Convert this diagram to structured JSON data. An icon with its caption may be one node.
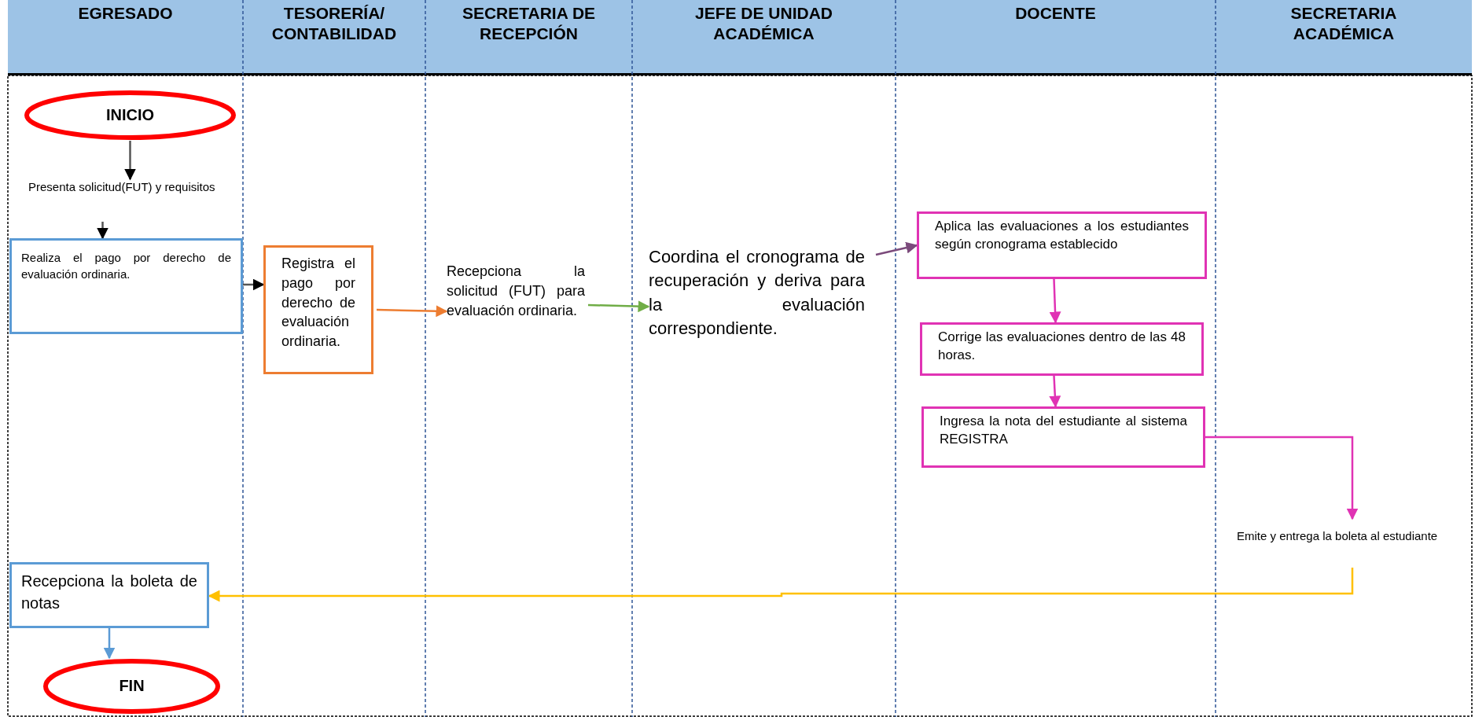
{
  "diagram": {
    "nodes": [
      {
        "text": [
          "INICIO"
        ]
      },
      {
        "text": [
          "Presenta solicitud(FUT) y requisitos"
        ]
      },
      {
        "text": [
          "Realiza el pago por derecho de evaluación ordinaria."
        ]
      },
      {
        "text": [
          "Registra el pago por derecho de evaluación ordinaria."
        ]
      },
      {
        "text": [
          "Recepciona la solicitud (FUT) para evaluación ordinaria."
        ]
      },
      {
        "text": [
          "Coordina el cronograma de recuperación y deriva para la evaluación correspondiente."
        ]
      },
      {
        "text": [
          "Aplica las evaluaciones a los estudiantes según cronograma establecido"
        ]
      },
      {
        "text": [
          "Corrige las evaluaciones dentro de las 48 horas."
        ]
      },
      {
        "text": [
          "Ingresa la nota del estudiante al sistema REGISTRA"
        ]
      },
      {
        "text": [
          "Emite y entrega la boleta al estudiante"
        ]
      },
      {
        "text": [
          "Recepciona la boleta de notas"
        ]
      },
      {
        "text": [
          "FIN"
        ]
      }
    ],
    "edges": [
      {
        "from": 0,
        "to": 1,
        "arrow": "to"
      },
      {
        "from": 1,
        "to": 2,
        "arrow": "to"
      },
      {
        "from": 2,
        "to": 3,
        "arrow": "to"
      },
      {
        "from": 3,
        "to": 4,
        "arrow": "to",
        "color": "#ed7d31"
      },
      {
        "from": 4,
        "to": 5,
        "arrow": "to",
        "color": "#70ad47"
      },
      {
        "from": 5,
        "to": 6,
        "arrow": "to",
        "color": "#7b4a7b"
      },
      {
        "from": 6,
        "to": 7,
        "arrow": "to",
        "color": "#e033b4"
      },
      {
        "from": 7,
        "to": 8,
        "arrow": "to",
        "color": "#e033b4"
      },
      {
        "from": 8,
        "to": 9,
        "arrow": "to",
        "color": "#e033b4"
      },
      {
        "from": 9,
        "to": 10,
        "arrow": "to",
        "color": "#ffc000"
      },
      {
        "from": 10,
        "to": 11,
        "arrow": "to",
        "color": "#5b9bd5"
      }
    ],
    "labels": [
      "EGRESADO",
      "TESORERÍA/ CONTABILIDAD",
      "SECRETARIA DE RECEPCIÓN",
      "JEFE DE UNIDAD ACADÉMICA",
      "DOCENTE",
      "SECRETARIA ACADÉMICA"
    ]
  }
}
